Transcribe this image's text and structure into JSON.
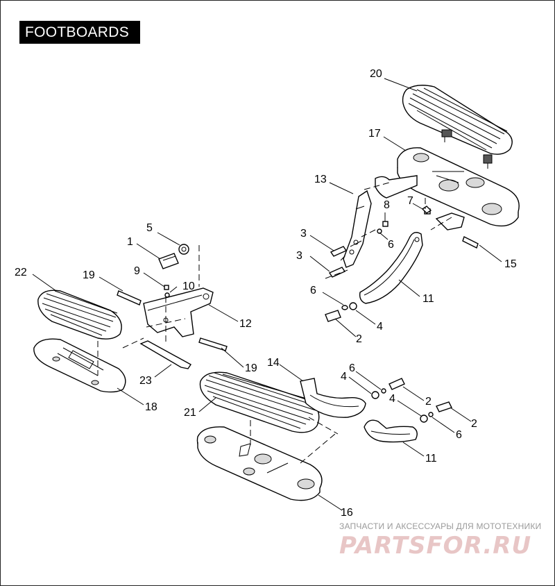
{
  "title": "FOOTBOARDS",
  "callouts": [
    {
      "id": "c20",
      "text": "20"
    },
    {
      "id": "c17",
      "text": "17"
    },
    {
      "id": "c13",
      "text": "13"
    },
    {
      "id": "c8",
      "text": "8"
    },
    {
      "id": "c7",
      "text": "7"
    },
    {
      "id": "c3a",
      "text": "3"
    },
    {
      "id": "c3b",
      "text": "3"
    },
    {
      "id": "c6a",
      "text": "6"
    },
    {
      "id": "c15",
      "text": "15"
    },
    {
      "id": "c5",
      "text": "5"
    },
    {
      "id": "c1",
      "text": "1"
    },
    {
      "id": "c9",
      "text": "9"
    },
    {
      "id": "c10",
      "text": "10"
    },
    {
      "id": "c22",
      "text": "22"
    },
    {
      "id": "c19a",
      "text": "19"
    },
    {
      "id": "c12",
      "text": "12"
    },
    {
      "id": "c6b",
      "text": "6"
    },
    {
      "id": "c11a",
      "text": "11"
    },
    {
      "id": "c4a",
      "text": "4"
    },
    {
      "id": "c2a",
      "text": "2"
    },
    {
      "id": "c19b",
      "text": "19"
    },
    {
      "id": "c23",
      "text": "23"
    },
    {
      "id": "c18",
      "text": "18"
    },
    {
      "id": "c14",
      "text": "14"
    },
    {
      "id": "c6c",
      "text": "6"
    },
    {
      "id": "c4b",
      "text": "4"
    },
    {
      "id": "c2b",
      "text": "2"
    },
    {
      "id": "c4c",
      "text": "4"
    },
    {
      "id": "c2c",
      "text": "2"
    },
    {
      "id": "c6d",
      "text": "6"
    },
    {
      "id": "c21",
      "text": "21"
    },
    {
      "id": "c11b",
      "text": "11"
    },
    {
      "id": "c16",
      "text": "16"
    }
  ],
  "watermark": {
    "line1": "ЗАПЧАСТИ И АКСЕССУАРЫ ДЛЯ МОТОТЕХНИКИ",
    "logo": "PARTSFOR.RU"
  }
}
